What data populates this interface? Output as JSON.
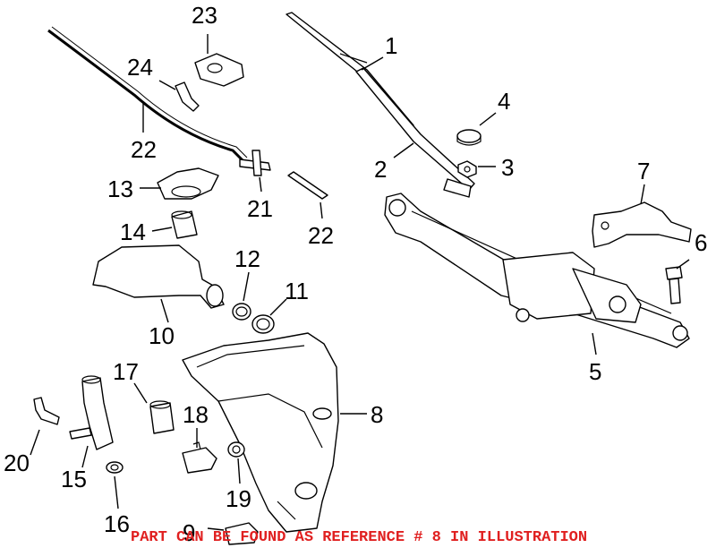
{
  "callouts": {
    "c1": "1",
    "c2": "2",
    "c3": "3",
    "c4": "4",
    "c5": "5",
    "c6": "6",
    "c7": "7",
    "c8": "8",
    "c9": "9",
    "c10": "10",
    "c11": "11",
    "c12": "12",
    "c13": "13",
    "c14": "14",
    "c15": "15",
    "c16": "16",
    "c17": "17",
    "c18": "18",
    "c19": "19",
    "c20": "20",
    "c21": "21",
    "c22a": "22",
    "c22b": "22",
    "c23": "23",
    "c24": "24"
  },
  "footer_note": "PART CAN BE FOUND AS REFERENCE # 8 IN ILLUSTRATION",
  "colors": {
    "line": "#000000",
    "note": "#e02020",
    "background": "#ffffff"
  }
}
